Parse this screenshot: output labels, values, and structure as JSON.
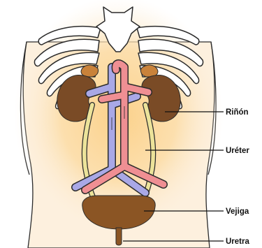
{
  "labels": {
    "kidney": "Riñón",
    "ureter": "Uréter",
    "bladder": "Vejiga",
    "urethra": "Uretra"
  },
  "colors": {
    "body_fill": "#fdf0de",
    "glow": "#fad48c",
    "outline": "#2b2b2b",
    "bone": "#ffffff",
    "kidney": "#7a4b26",
    "adrenal": "#c9823a",
    "ureter": "#ece39a",
    "vein": "#a9a8e6",
    "artery": "#ef8f93",
    "bladder": "#8b5524",
    "label_text": "#111111"
  }
}
